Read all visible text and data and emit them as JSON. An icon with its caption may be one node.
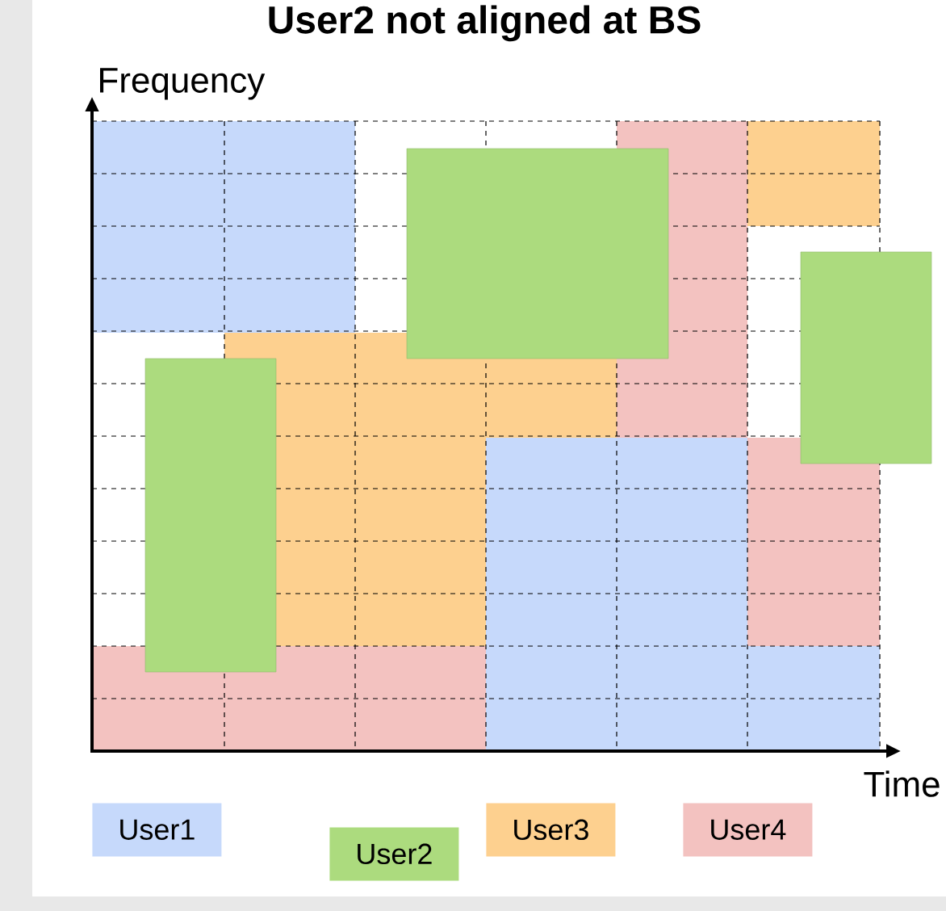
{
  "diagram": {
    "title": "User2 not aligned at BS",
    "labels": [
      "Frequency",
      "Time"
    ],
    "legend": [
      {
        "text": "User1",
        "color": "#c6d9fb"
      },
      {
        "text": "User2",
        "color": "#acdb7e"
      },
      {
        "text": "User3",
        "color": "#fdd08f"
      },
      {
        "text": "User4",
        "color": "#f3c2c0"
      }
    ]
  }
}
